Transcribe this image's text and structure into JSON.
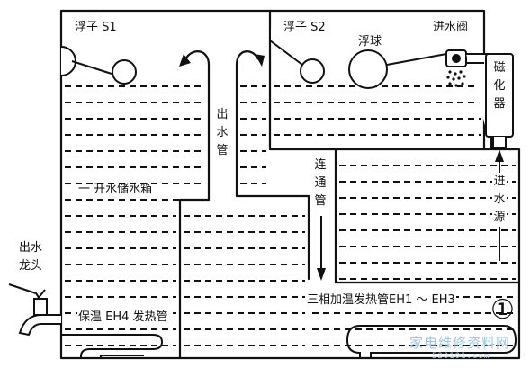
{
  "labels": {
    "float_s1": "浮子 S1",
    "float_s2": "浮子 S2",
    "float_ball": "浮球",
    "inlet_valve": "进水阀",
    "magnetizer": "磁化器",
    "water_source": "进水源",
    "outlet_pipe": "出水管",
    "storage_tank": "一 开水储水箱",
    "connecting_pipe": "连通管",
    "faucet": "出水龙头",
    "insulation_heater": "保温 EH4 发热管",
    "heating_tubes": "三相加温发热管EH1 ～ EH3"
  },
  "figure_number": "①",
  "watermark": {
    "text": "家电维修资料网",
    "url": "520101.com"
  },
  "colors": {
    "line": "#111111",
    "watermark": "#9ec6e0"
  }
}
